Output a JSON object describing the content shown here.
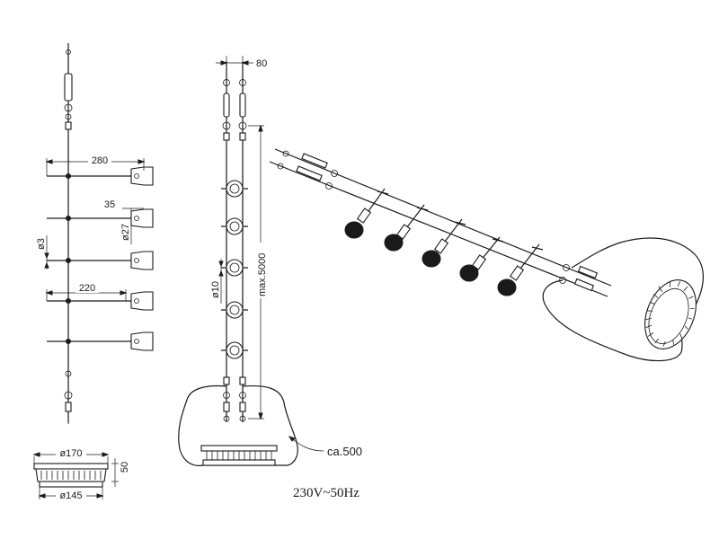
{
  "dimensions": {
    "bar_length": "280",
    "lamp_offset": "35",
    "lamp_diameter": "ø27",
    "wire_diameter": "ø3",
    "short_bar_length": "220",
    "wire_spacing": "80",
    "clamp_diameter": "ø10",
    "max_length": "max.5000",
    "cable_length": "ca.500",
    "canopy_top_diameter": "ø170",
    "canopy_height": "50",
    "canopy_bottom_diameter": "ø145"
  },
  "electrical_rating": "230V~50Hz"
}
